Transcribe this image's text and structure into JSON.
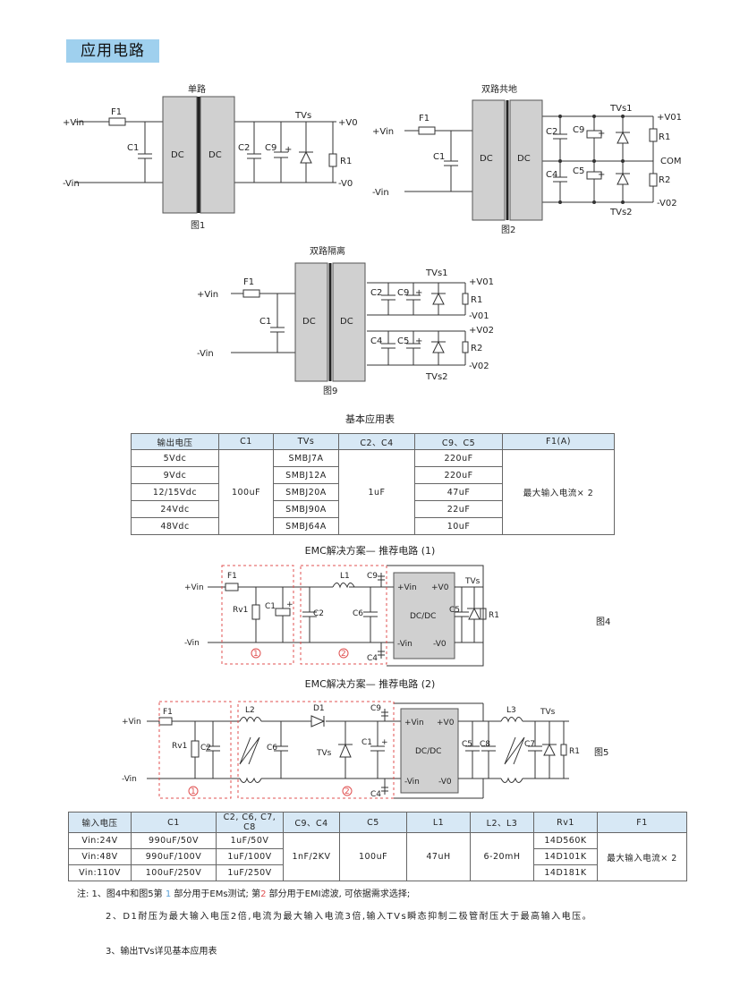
{
  "section_title": "应用电路",
  "fig1": {
    "title": "单路",
    "caption": "图1",
    "f1": "F1",
    "vin_pos": "+Vin",
    "vin_neg": "-Vin",
    "c1": "C1",
    "dc": "DC",
    "c2": "C2",
    "c9": "C9",
    "tvs": "TVs",
    "r1": "R1",
    "v0_pos": "+V0",
    "v0_neg": "-V0",
    "plus": "+"
  },
  "fig2": {
    "title": "双路共地",
    "caption": "图2",
    "f1": "F1",
    "vin_pos": "+Vin",
    "vin_neg": "-Vin",
    "c1": "C1",
    "dc": "DC",
    "c2": "C2",
    "c9": "C9",
    "c4": "C4",
    "c5": "C5",
    "tvs1": "TVs1",
    "tvs2": "TVs2",
    "r1": "R1",
    "r2": "R2",
    "v01": "+V01",
    "com": "COM",
    "v02": "-V02",
    "plus": "+"
  },
  "fig9": {
    "title": "双路隔离",
    "caption": "图9",
    "f1": "F1",
    "vin_pos": "+Vin",
    "vin_neg": "-Vin",
    "c1": "C1",
    "dc": "DC",
    "c2": "C2",
    "c9": "C9",
    "c4": "C4",
    "c5": "C5",
    "tvs1": "TVs1",
    "tvs2": "TVs2",
    "r1": "R1",
    "r2": "R2",
    "v01p": "+V01",
    "v01n": "-V01",
    "v02p": "+V02",
    "v02n": "-V02",
    "plus": "+"
  },
  "basic_table": {
    "title": "基本应用表",
    "headers": [
      "输出电压",
      "C1",
      "TVs",
      "C2、C4",
      "C9、C5",
      "F1(A)"
    ],
    "voltages": [
      "5Vdc",
      "9Vdc",
      "12/15Vdc",
      "24Vdc",
      "48Vdc"
    ],
    "c1": "100uF",
    "tvs": [
      "SMBJ7A",
      "SMBJ12A",
      "SMBJ20A",
      "SMBJ90A",
      "SMBJ64A"
    ],
    "c2c4": "1uF",
    "c9c5": [
      "220uF",
      "220uF",
      "47uF",
      "22uF",
      "10uF"
    ],
    "f1": "最大输入电流× 2"
  },
  "emc1": {
    "title": "EMC解决方案— 推荐电路 (1)",
    "fig_label": "图4",
    "f1": "F1",
    "l1": "L1",
    "vin_pos": "+Vin",
    "vin_neg": "-Vin",
    "rv1": "Rv1",
    "c1": "C1",
    "c2": "C2",
    "c6": "C6",
    "c9": "C9",
    "c4": "C4",
    "c5": "C5",
    "tvs": "TVs",
    "r1": "R1",
    "mod_vin_pos": "+Vin",
    "mod_vin_neg": "-Vin",
    "mod_v0_pos": "+V0",
    "mod_v0_neg": "-V0",
    "dcdc": "DC/DC",
    "mark1": "1",
    "mark2": "2",
    "plus": "+"
  },
  "emc2": {
    "title": "EMC解决方案— 推荐电路 (2)",
    "fig_label": "图5",
    "f1": "F1",
    "l2": "L2",
    "l3": "L3",
    "d1": "D1",
    "vin_pos": "+Vin",
    "vin_neg": "-Vin",
    "rv1": "Rv1",
    "c1": "C1",
    "c2": "C2",
    "c5": "C5",
    "c6": "C6",
    "c7": "C7",
    "c8": "C8",
    "c9": "C9",
    "c4": "C4",
    "tvs": "TVs",
    "tvs_out": "TVs",
    "r1": "R1",
    "mod_vin_pos": "+Vin",
    "mod_vin_neg": "-Vin",
    "mod_v0_pos": "+V0",
    "mod_v0_neg": "-V0",
    "dcdc": "DC/DC",
    "mark1": "1",
    "mark2": "2",
    "plus": "+"
  },
  "emc_table": {
    "headers": [
      "输入电压",
      "C1",
      "C2, C6, C7, C8",
      "C9、C4",
      "C5",
      "L1",
      "L2、L3",
      "Rv1",
      "F1"
    ],
    "rows": [
      [
        "Vin:24V",
        "990uF/50V",
        "1uF/50V",
        "14D560K"
      ],
      [
        "Vin:48V",
        "990uF/100V",
        "1uF/100V",
        "14D101K"
      ],
      [
        "Vin:110V",
        "100uF/250V",
        "1uF/250V",
        "14D181K"
      ]
    ],
    "c9c4": "1nF/2KV",
    "c5": "100uF",
    "l1": "47uH",
    "l2l3": "6-20mH",
    "f1": "最大输入电流× 2"
  },
  "notes": {
    "n1_a": "注: 1、图4中和图5第",
    "n1_num1": "1",
    "n1_b": "部分用于EMs测试; 第",
    "n1_num2": "2",
    "n1_c": "部分用于EMI滤波, 可依据需求选择;",
    "n2": "2、D1耐压为最大输入电压2倍,电流为最大输入电流3倍,输入TVs瞬态抑制二极管耐压大于最高输入电压。",
    "n3": "3、输出TVs详见基本应用表"
  },
  "colors": {
    "title_bg": "#9fd0ee",
    "table_header_bg": "#d7e8f5",
    "dc_block": "#d0d0d0",
    "dashed": "#e05050",
    "note_accent": "#5aa0d8"
  }
}
